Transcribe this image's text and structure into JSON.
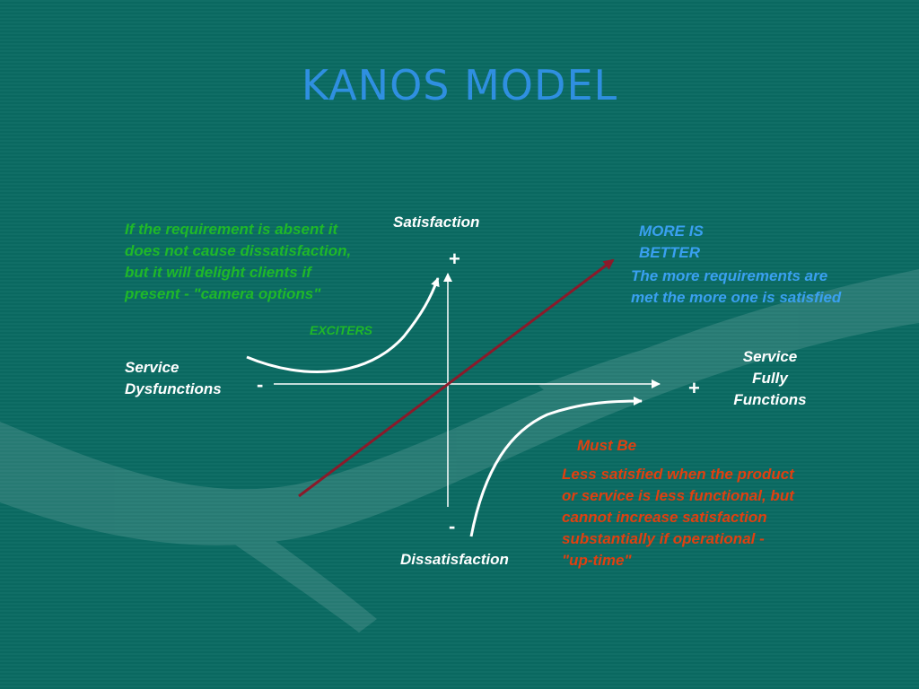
{
  "slide": {
    "title": "KANOS MODEL"
  },
  "axes": {
    "y_top_label": "Satisfaction",
    "y_bottom_label": "Dissatisfaction",
    "x_left_label": "Service\nDysfunctions",
    "x_right_label": "Service\nFully\nFunctions",
    "y_plus": "+",
    "y_minus": "-",
    "x_plus": "+",
    "x_minus": "-"
  },
  "exciters": {
    "label": "EXCITERS",
    "description": "If the requirement is absent it does not cause dissatisfaction, but it will delight clients if present - \"camera options\""
  },
  "more_is_better": {
    "label": "MORE IS BETTER",
    "description": "The more requirements are met the more one is satisfied"
  },
  "must_be": {
    "label": "Must Be",
    "description": "Less satisfied when the product or service is less functional, but cannot increase satisfaction substantially if operational - \"up-time\""
  },
  "colors": {
    "background": "#0a6a62",
    "title": "#2f8fe0",
    "axis": "#ffffff",
    "line": "#8b1a2a",
    "exciters_text": "#1fb829",
    "more_better_text": "#3aa0f0",
    "must_be_text": "#e04010"
  }
}
